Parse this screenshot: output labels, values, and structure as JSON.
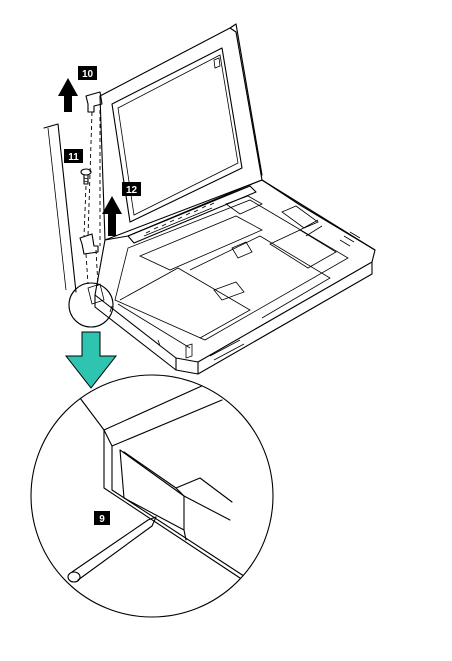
{
  "callouts": {
    "c10": "10",
    "c11": "11",
    "c12": "12",
    "c9": "9"
  },
  "colors": {
    "arrow_black": "#000000",
    "arrow_teal": "#2ec4b0",
    "line": "#000000",
    "background": "#ffffff"
  },
  "icons": {
    "up_arrow": "up-arrow-icon",
    "down_arrow": "teal-down-arrow-icon"
  }
}
